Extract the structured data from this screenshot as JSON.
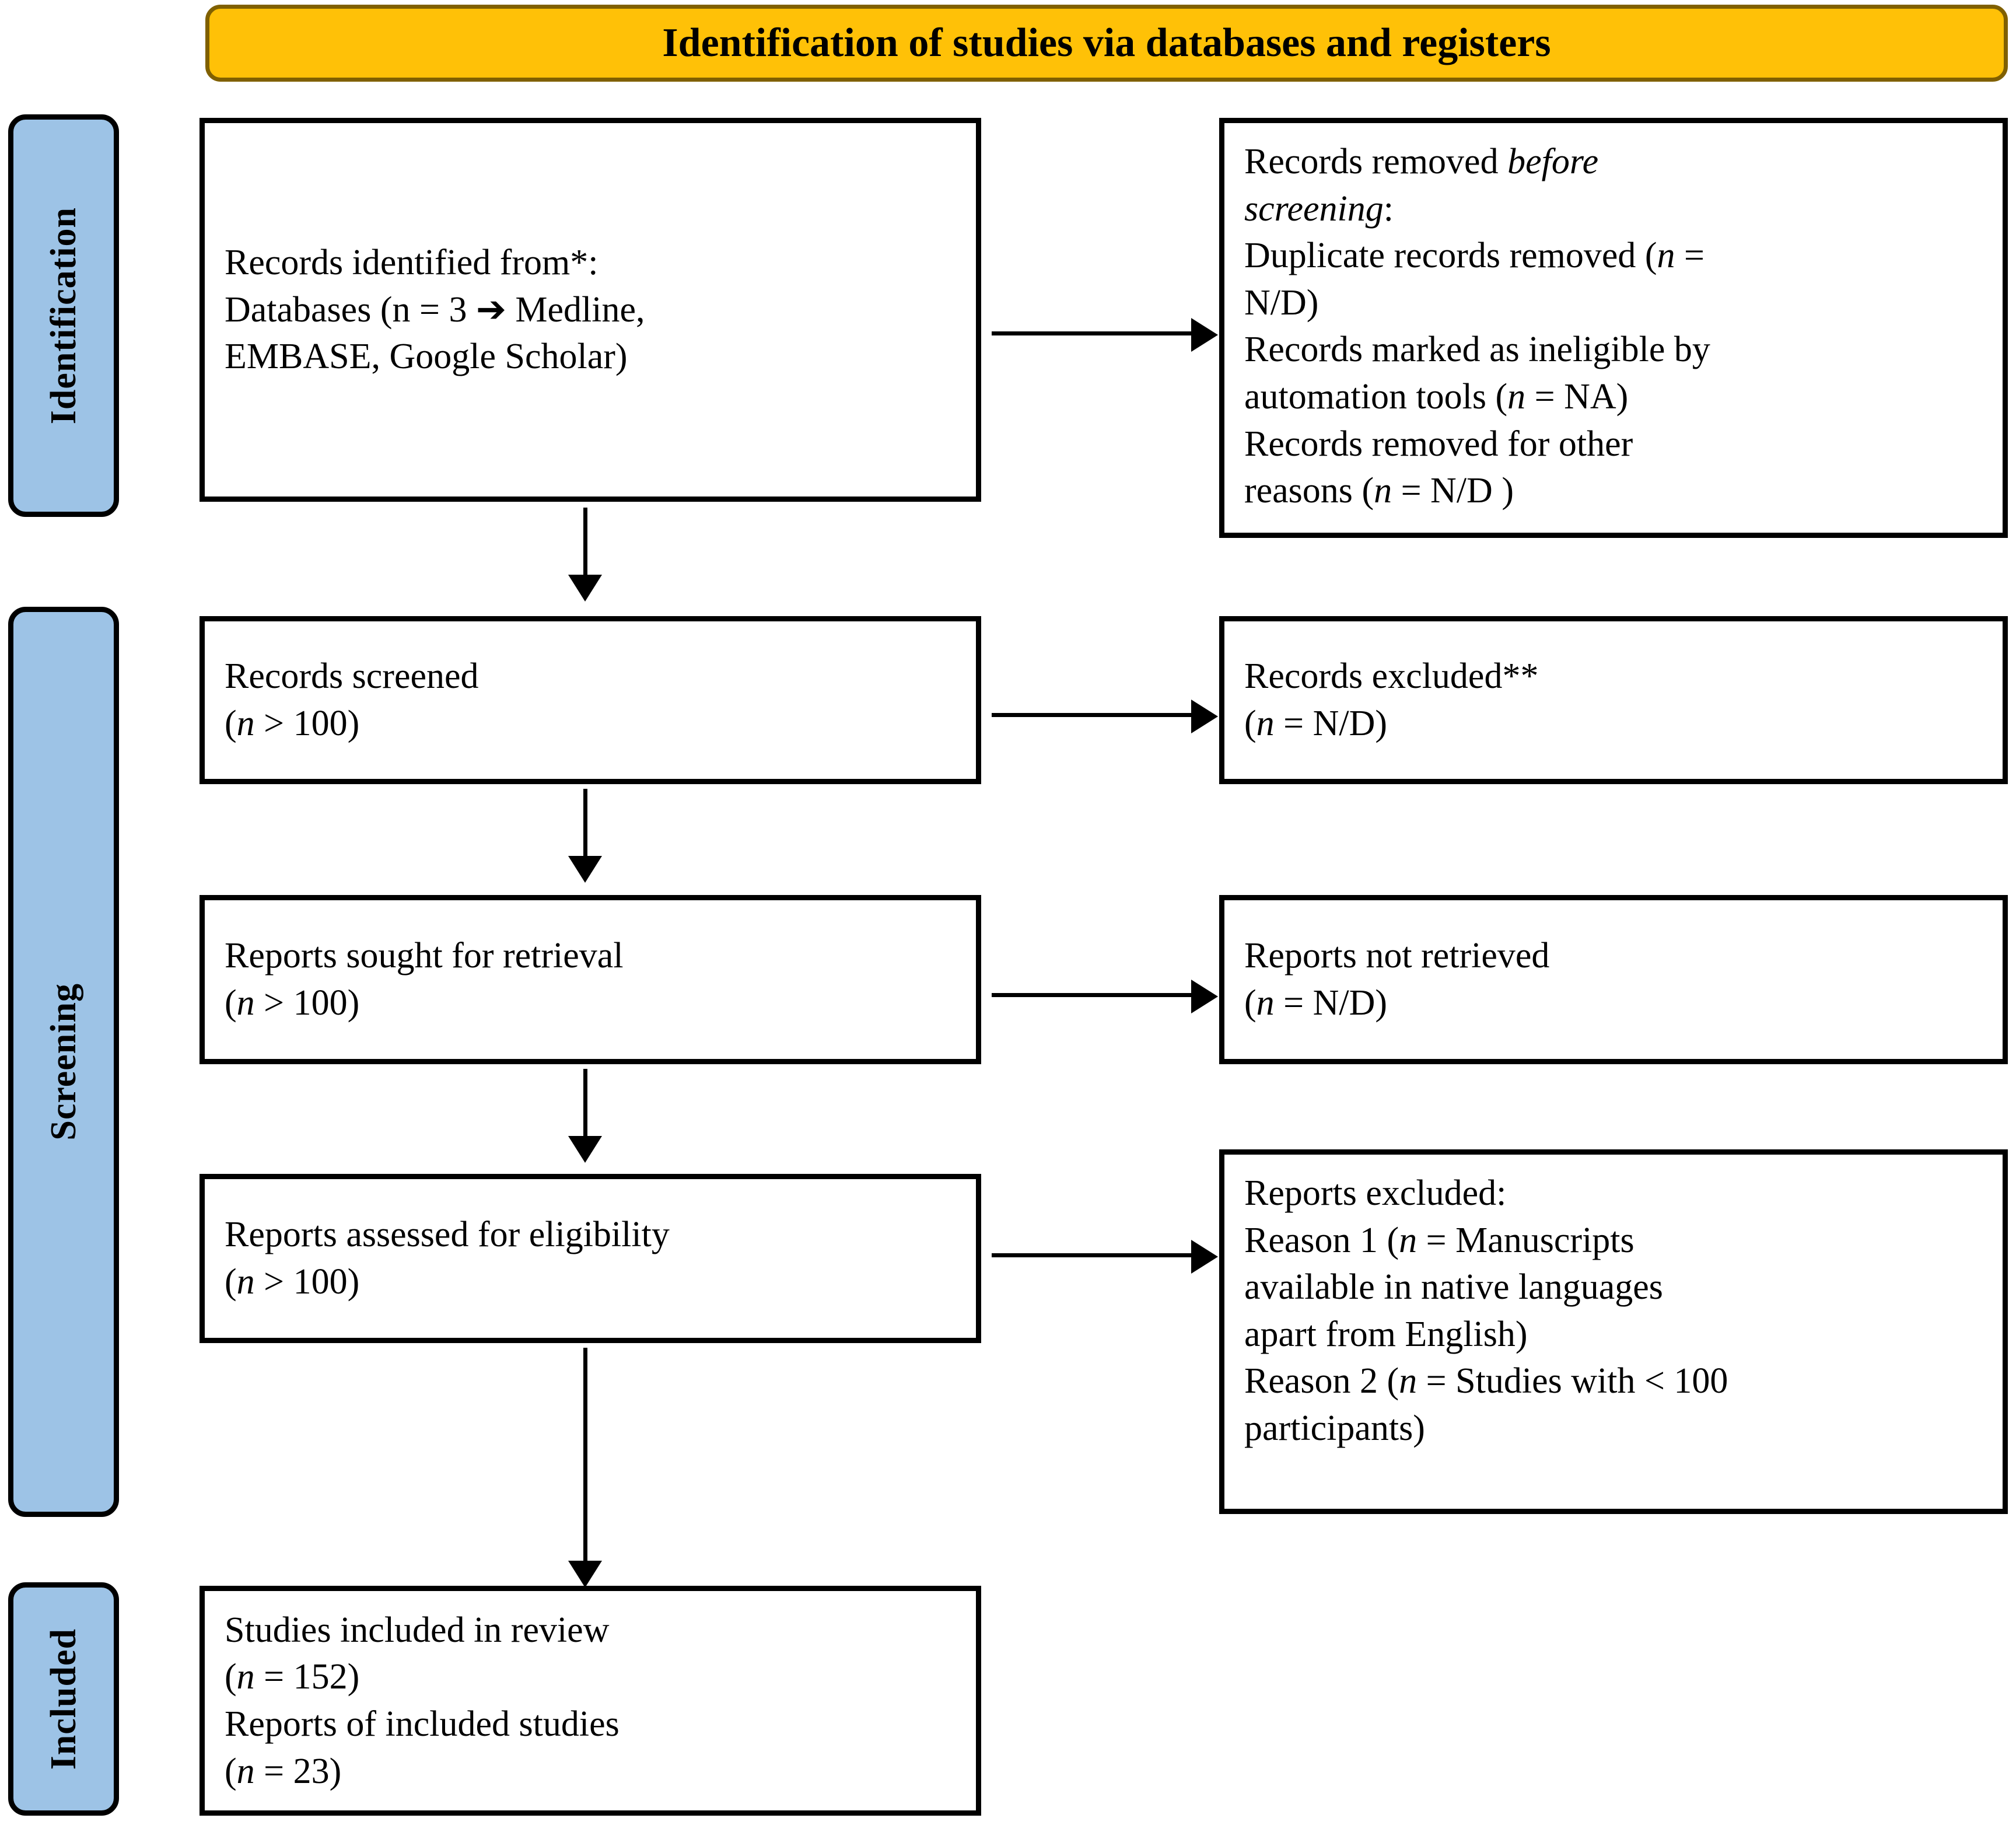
{
  "diagram": {
    "title": "Identification of studies via databases and registers",
    "colors": {
      "banner_fill": "#FFC107",
      "banner_border": "#806000",
      "rail_fill": "#9DC3E6",
      "rail_border": "#000000",
      "box_border": "#000000",
      "text": "#000000"
    },
    "stages": [
      {
        "label": "Identification"
      },
      {
        "label": "Screening"
      },
      {
        "label": "Included"
      }
    ],
    "boxes": {
      "records_identified": {
        "lines": [
          "Records identified from*:",
          "Databases (n = 3 ➔ Medline,",
          "EMBASE, Google Scholar)"
        ]
      },
      "records_removed_before_screening": {
        "lines_html": [
          "Records removed <i>before</i>",
          "<i>screening</i>:",
          "Duplicate records removed (<i>n</i> =",
          "N/D)",
          "Records marked as ineligible by",
          "automation tools (<i>n</i> = NA)",
          "Records removed for other",
          "reasons (<i>n</i> = N/D )"
        ]
      },
      "records_screened": {
        "lines_html": [
          "Records screened",
          "(<i>n</i> &gt; 100)"
        ]
      },
      "records_excluded": {
        "lines_html": [
          "Records excluded**",
          "(<i>n</i> = N/D)"
        ]
      },
      "reports_sought": {
        "lines_html": [
          "Reports sought for retrieval",
          "(<i>n</i> &gt; 100)"
        ]
      },
      "reports_not_retrieved": {
        "lines_html": [
          "Reports not retrieved",
          "(<i>n</i> = N/D)"
        ]
      },
      "reports_assessed": {
        "lines_html": [
          "Reports assessed for eligibility",
          "(<i>n</i> &gt; 100)"
        ]
      },
      "reports_excluded": {
        "lines_html": [
          "Reports excluded:",
          "Reason 1 (<i>n</i> = Manuscripts",
          "available in native languages",
          "apart from English)",
          "Reason 2 (<i>n</i> = Studies with &lt; 100",
          "participants)"
        ]
      },
      "studies_included": {
        "lines_html": [
          "Studies included in review",
          "(<i>n</i> = 152)",
          "Reports of included studies",
          "(<i>n</i> = 23)"
        ]
      }
    }
  }
}
